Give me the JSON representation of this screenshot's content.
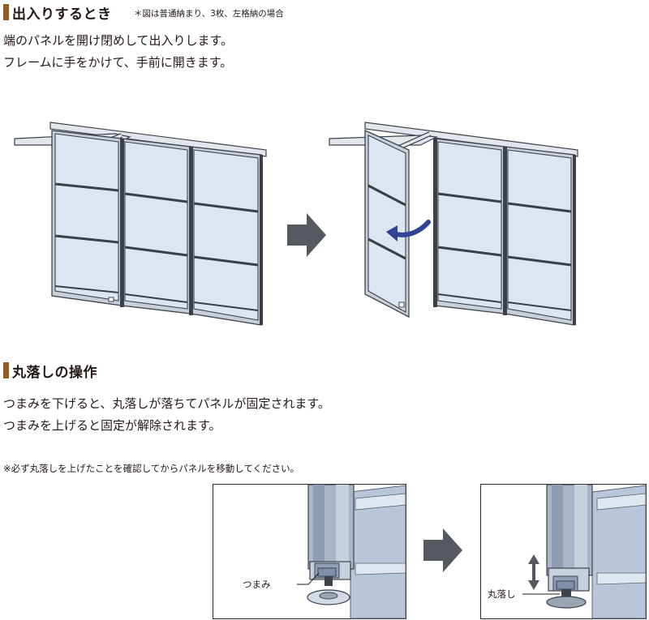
{
  "section1": {
    "heading": "出入りするとき",
    "note": "＊図は普通納まり、3枚、左格納の場合",
    "lines": [
      "端のパネルを開け閉めして出入りします。",
      "フレームに手をかけて、手前に開きます。"
    ]
  },
  "section2": {
    "heading": "丸落しの操作",
    "lines": [
      "つまみを下げると、丸落しが落ちてパネルが固定されます。",
      "つまみを上げると固定が解除されます。"
    ],
    "caution": "※必ず丸落しを上げたことを確認してからパネルを移動してください。"
  },
  "detail": {
    "knob_label": "つまみ",
    "bolt_label": "丸落し"
  },
  "colors": {
    "heading_bar": "#8c5a2b",
    "arrow": "#555a60",
    "rotate_arrow": "#2f4496",
    "glass": "#dde5f0",
    "frame": "#3d434c"
  },
  "icons": {
    "step_arrow": "right-arrow-icon",
    "open_arrow": "curved-arrow-icon",
    "updown_arrow": "up-down-arrow-icon"
  }
}
